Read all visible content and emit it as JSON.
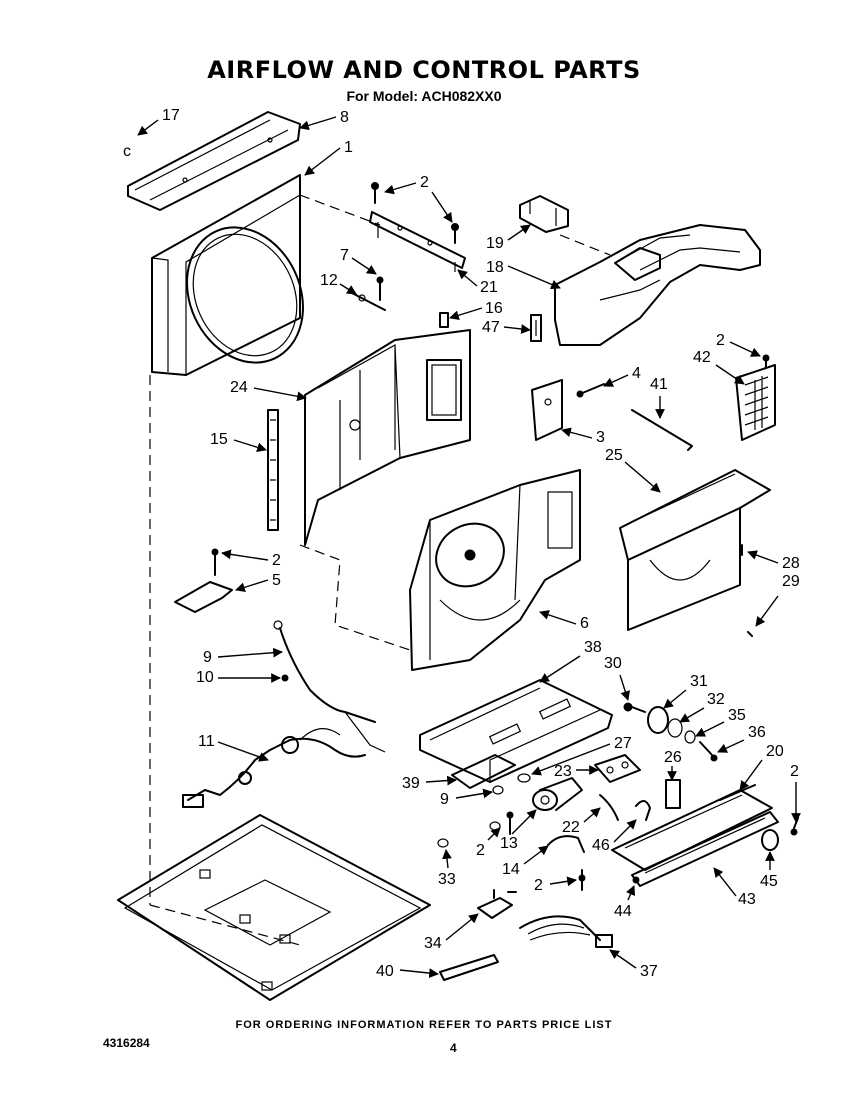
{
  "header": {
    "title": "AIRFLOW AND CONTROL PARTS",
    "subtitle": "For Model: ACH082XX0"
  },
  "footer": {
    "ordering_note": "FOR ORDERING INFORMATION REFER TO PARTS PRICE LIST",
    "document_number": "4316284",
    "page_number": "4"
  },
  "callouts": [
    {
      "id": "c-17",
      "label": "17"
    },
    {
      "id": "c-8",
      "label": "8"
    },
    {
      "id": "c-1",
      "label": "1"
    },
    {
      "id": "c-2a",
      "label": "2"
    },
    {
      "id": "c-19",
      "label": "19"
    },
    {
      "id": "c-7",
      "label": "7"
    },
    {
      "id": "c-12",
      "label": "12"
    },
    {
      "id": "c-21",
      "label": "21"
    },
    {
      "id": "c-18",
      "label": "18"
    },
    {
      "id": "c-16",
      "label": "16"
    },
    {
      "id": "c-47",
      "label": "47"
    },
    {
      "id": "c-2b",
      "label": "2"
    },
    {
      "id": "c-42",
      "label": "42"
    },
    {
      "id": "c-24",
      "label": "24"
    },
    {
      "id": "c-4",
      "label": "4"
    },
    {
      "id": "c-41",
      "label": "41"
    },
    {
      "id": "c-15",
      "label": "15"
    },
    {
      "id": "c-3",
      "label": "3"
    },
    {
      "id": "c-25",
      "label": "25"
    },
    {
      "id": "c-2c",
      "label": "2"
    },
    {
      "id": "c-5",
      "label": "5"
    },
    {
      "id": "c-28",
      "label": "28"
    },
    {
      "id": "c-29",
      "label": "29"
    },
    {
      "id": "c-6",
      "label": "6"
    },
    {
      "id": "c-38",
      "label": "38"
    },
    {
      "id": "c-9a",
      "label": "9"
    },
    {
      "id": "c-30",
      "label": "30"
    },
    {
      "id": "c-10",
      "label": "10"
    },
    {
      "id": "c-31",
      "label": "31"
    },
    {
      "id": "c-32",
      "label": "32"
    },
    {
      "id": "c-35",
      "label": "35"
    },
    {
      "id": "c-36",
      "label": "36"
    },
    {
      "id": "c-11",
      "label": "11"
    },
    {
      "id": "c-27",
      "label": "27"
    },
    {
      "id": "c-20",
      "label": "20"
    },
    {
      "id": "c-26",
      "label": "26"
    },
    {
      "id": "c-2d",
      "label": "2"
    },
    {
      "id": "c-39",
      "label": "39"
    },
    {
      "id": "c-23",
      "label": "23"
    },
    {
      "id": "c-9b",
      "label": "9"
    },
    {
      "id": "c-22",
      "label": "22"
    },
    {
      "id": "c-13",
      "label": "13"
    },
    {
      "id": "c-46",
      "label": "46"
    },
    {
      "id": "c-2e",
      "label": "2"
    },
    {
      "id": "c-14",
      "label": "14"
    },
    {
      "id": "c-33",
      "label": "33"
    },
    {
      "id": "c-45",
      "label": "45"
    },
    {
      "id": "c-2f",
      "label": "2"
    },
    {
      "id": "c-44",
      "label": "44"
    },
    {
      "id": "c-43",
      "label": "43"
    },
    {
      "id": "c-34",
      "label": "34"
    },
    {
      "id": "c-40",
      "label": "40"
    },
    {
      "id": "c-37",
      "label": "37"
    }
  ]
}
